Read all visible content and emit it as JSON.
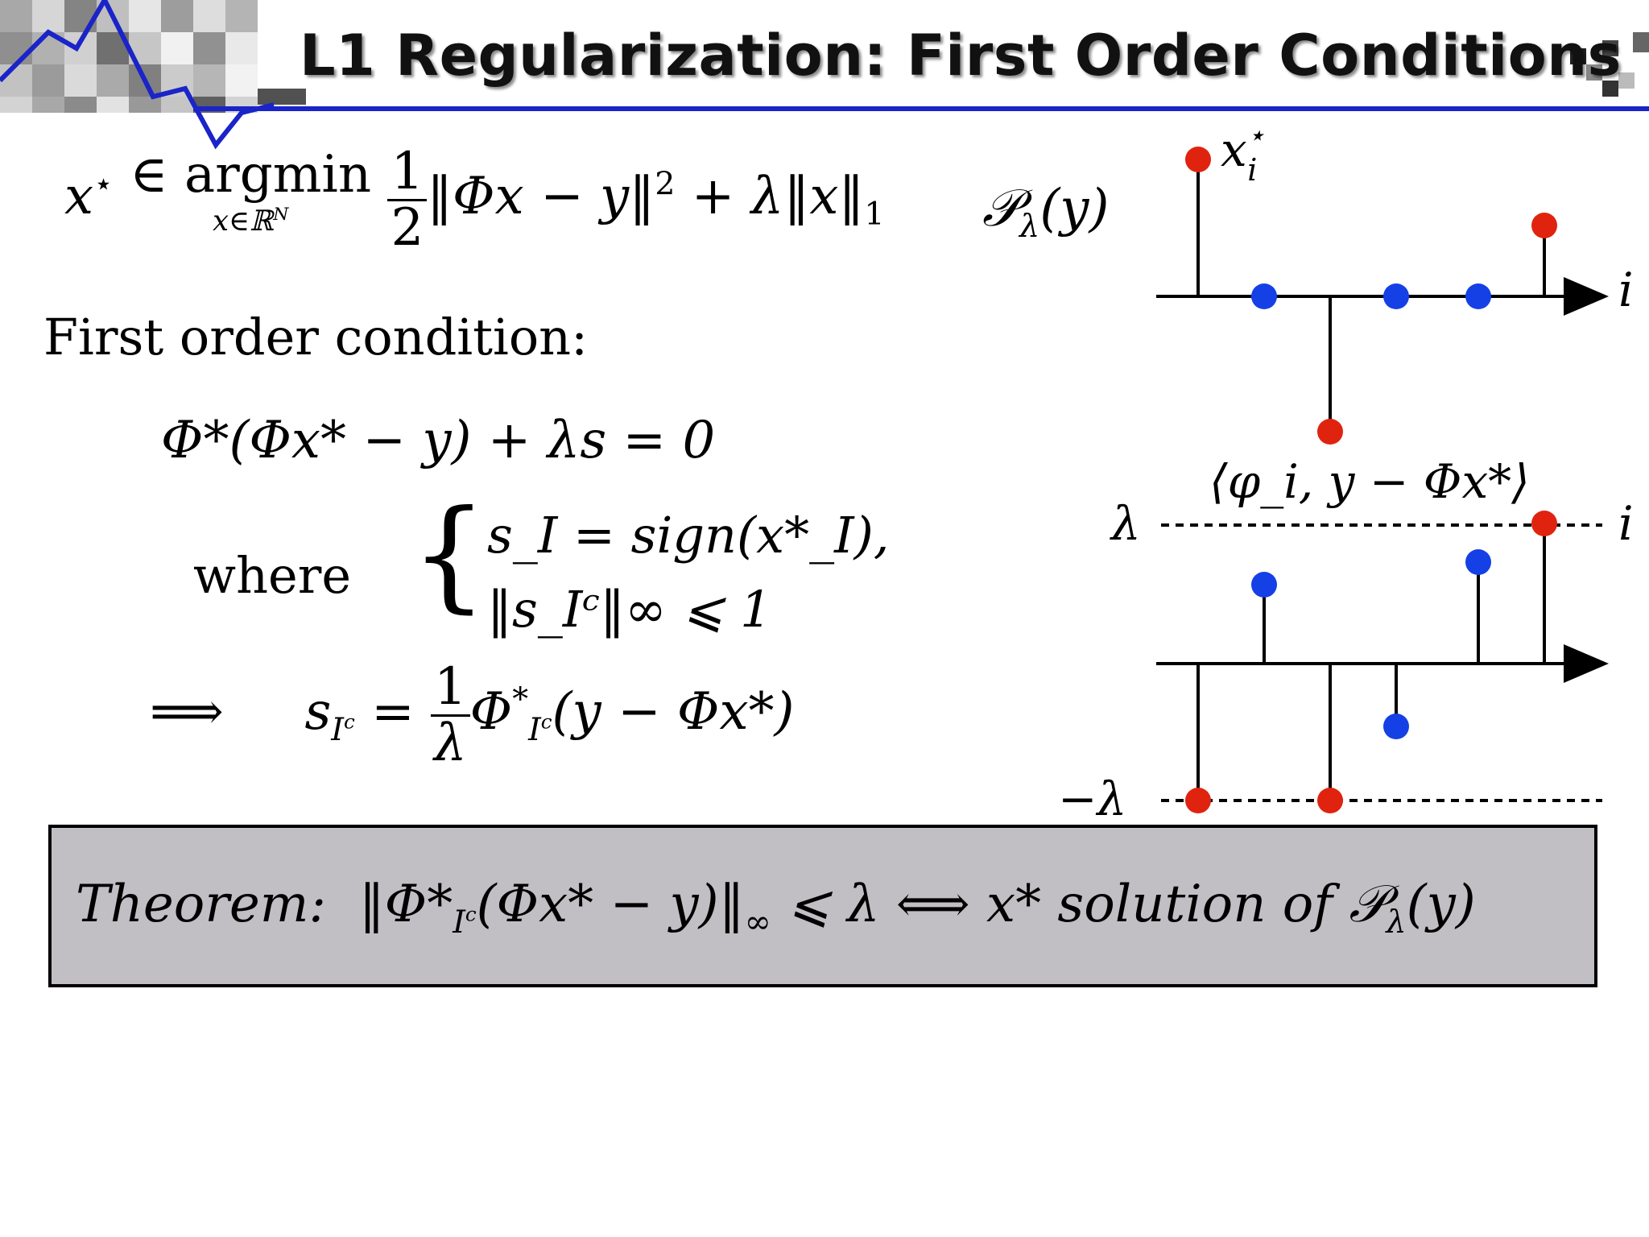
{
  "slide": {
    "title": "L1 Regularization: First Order Conditions"
  },
  "equations": {
    "problem_lhs": "x",
    "problem_in": "∈ argmin",
    "problem_under": "x∈ℝ",
    "problem_under_sup": "N",
    "problem_frac_num": "1",
    "problem_frac_den": "2",
    "problem_rhs": "‖Φx − y‖",
    "problem_rhs2": " + λ‖x‖",
    "problem_label": "𝒫",
    "problem_label_sub": "λ",
    "problem_label_arg": "(y)",
    "first_order_label": "First order condition:",
    "condition": "Φ*(Φx* − y) + λs = 0",
    "where_label": "where",
    "case1": "s_I = sign(x*_I),",
    "case2": "‖s_Iᶜ‖∞ ⩽ 1",
    "implies": "⟹",
    "implication_lhs": "s",
    "implication_num": "1",
    "implication_den": "λ",
    "implication_rhs": "(y − Φx*)"
  },
  "theorem": {
    "label": "Theorem:",
    "statement_left": "‖Φ*",
    "statement_mid": "(Φx* − y)‖",
    "statement_rel": " ⩽ λ ⟺ ",
    "statement_right": "x* solution of ",
    "problem_label": "𝒫",
    "problem_label_sub": "λ",
    "problem_label_arg": "(y)"
  },
  "plots": {
    "top_label": "x",
    "top_label_sup": "⋆",
    "top_label_sub": "i",
    "top_axis_label": "i",
    "bottom_label": "⟨φ_i, y − Φx*⟩",
    "bottom_axis_label": "i",
    "lambda_label": "λ",
    "neg_lambda_label": "−λ",
    "colors": {
      "red": "#e0230f",
      "blue": "#1440e6",
      "box": "#c1bfc3",
      "rule": "#1a24c8"
    }
  }
}
